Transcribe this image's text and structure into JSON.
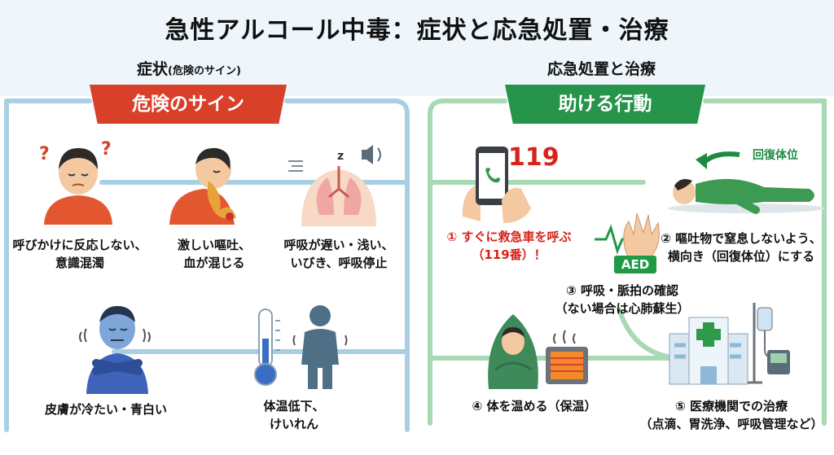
{
  "title": "急性アルコール中毒：症状と応急処置・治療",
  "left": {
    "subhead": "症状",
    "subhead_note": "(危険のサイン)",
    "banner": "危険のサイン",
    "items": [
      {
        "line1": "呼びかけに反応しない、",
        "line2": "意識混濁",
        "icon": "confused-person-icon"
      },
      {
        "line1": "激しい嘔吐、",
        "line2": "血が混じる",
        "icon": "vomiting-person-icon"
      },
      {
        "line1": "呼吸が遅い・浅い、",
        "line2": "いびき、呼吸停止",
        "icon": "lungs-icon"
      },
      {
        "line1": "皮膚が冷たい・青白い",
        "line2": "",
        "icon": "shivering-person-icon"
      },
      {
        "line1": "体温低下、",
        "line2": "けいれん",
        "icon": "thermometer-icon"
      }
    ]
  },
  "right": {
    "subhead": "応急処置と治療",
    "banner": "助ける行動",
    "phone_number": "119",
    "recovery_label": "回復体位",
    "aed_label": "AED",
    "steps": [
      {
        "line1": "① すぐに救急車を呼ぶ",
        "line2": "（119番）！"
      },
      {
        "line1": "② 嘔吐物で窒息しないよう、",
        "line2": "横向き（回復体位）にする"
      },
      {
        "line1": "③ 呼吸・脈拍の確認",
        "line2": "（ない場合は心肺蘇生）"
      },
      {
        "line1": "④ 体を温める（保温）",
        "line2": ""
      },
      {
        "line1": "⑤ 医療機関での治療",
        "line2": "（点滴、胃洗浄、呼吸管理など）"
      }
    ]
  },
  "colors": {
    "danger": "#d8402a",
    "action": "#26944b",
    "line_left": "#a9cfe4",
    "line_right": "#a8d8b4"
  }
}
